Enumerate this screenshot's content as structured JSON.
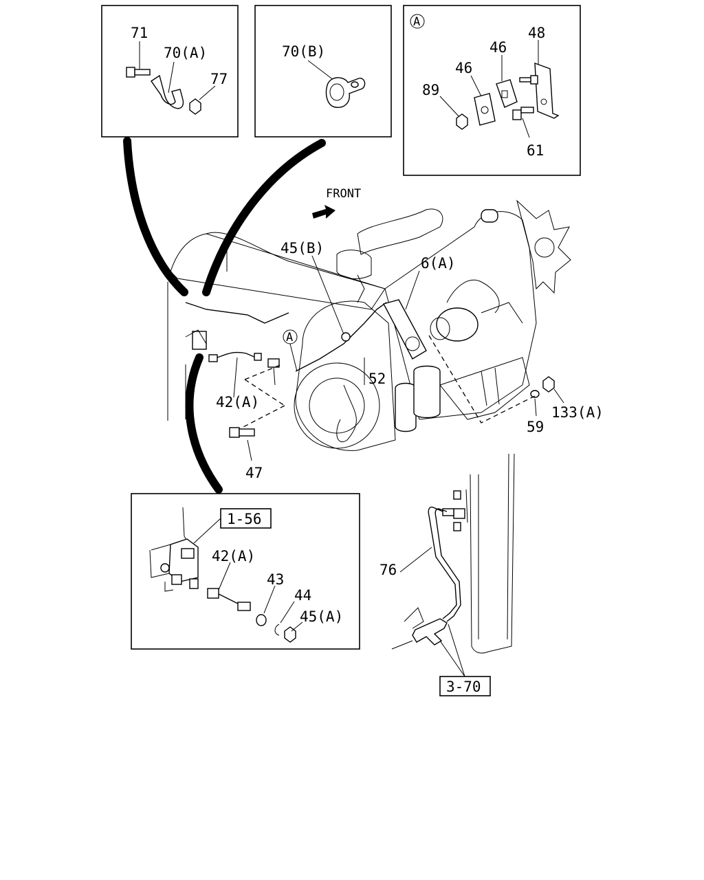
{
  "direction": {
    "label": "FRONT"
  },
  "callouts": {
    "detail_circle": "A",
    "engine_circle": "A"
  },
  "detail_left": {
    "labels": [
      "71",
      "70(A)",
      "77"
    ]
  },
  "detail_middle": {
    "labels": [
      "70(B)"
    ]
  },
  "detail_right": {
    "labels": [
      "48",
      "46",
      "46",
      "89",
      "61"
    ]
  },
  "main_view": {
    "labels": [
      "45(B)",
      "6(A)",
      "52",
      "42(A)",
      "47",
      "59",
      "133(A)"
    ]
  },
  "detail_bottom": {
    "ref": "1-56",
    "labels": [
      "42(A)",
      "43",
      "44",
      "45(A)"
    ]
  },
  "detail_pipe": {
    "labels": [
      "76"
    ],
    "ref": "3-70"
  }
}
